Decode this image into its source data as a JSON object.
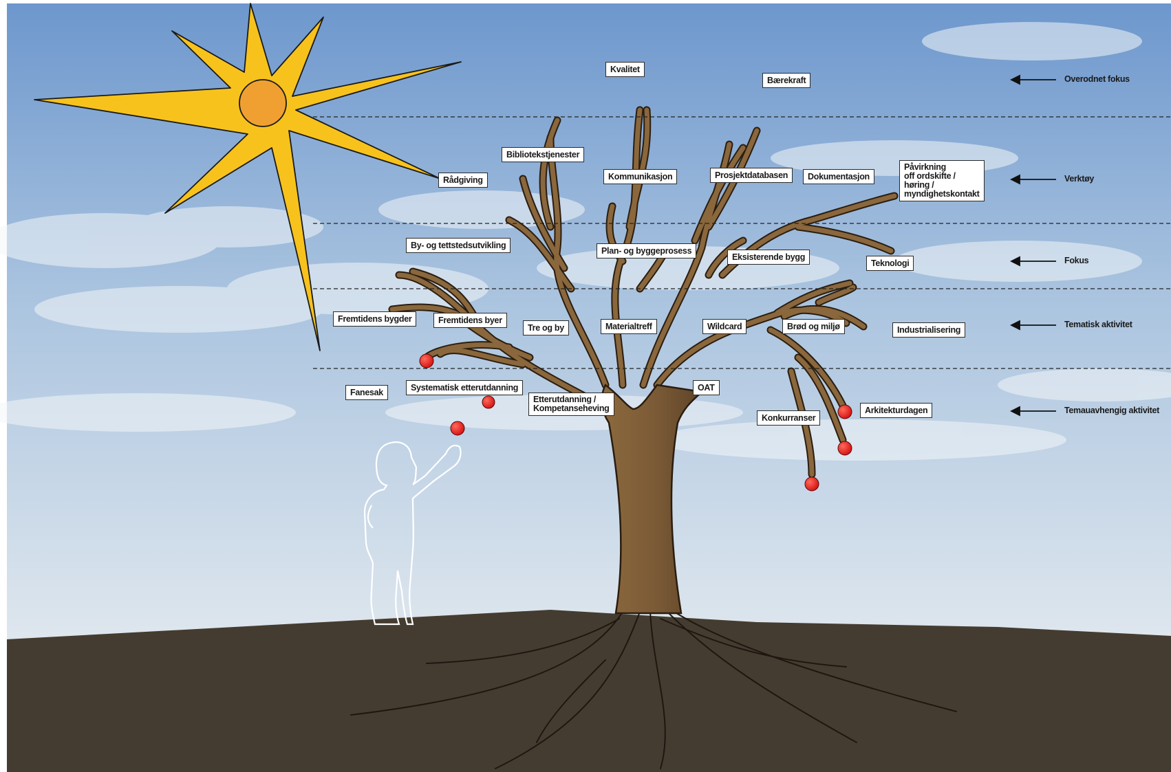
{
  "levels": [
    {
      "label": "Overodnet fokus"
    },
    {
      "label": "Verktøy"
    },
    {
      "label": "Fokus"
    },
    {
      "label": "Tematisk aktivitet"
    },
    {
      "label": "Temauavhengig aktivitet"
    }
  ],
  "nodes": {
    "kvalitet": "Kvalitet",
    "baerekraft": "Bærekraft",
    "bibliotekstjenester": "Bibliotekstjenester",
    "radgiving": "Rådgiving",
    "kommunikasjon": "Kommunikasjon",
    "prosjektdatabasen": "Prosjektdatabasen",
    "dokumentasjon": "Dokumentasjon",
    "pavirkning": "Påvirkning\noff ordskifte / høring /\nmyndighetskontakt",
    "by_tettsted": "By- og tettstedsutvikling",
    "plan_byggeprosess": "Plan- og byggeprosess",
    "eksisterende_bygg": "Eksisterende bygg",
    "teknologi": "Teknologi",
    "fremtidens_bygder": "Fremtidens bygder",
    "fremtidens_byer": "Fremtidens byer",
    "tre_og_by": "Tre og by",
    "materialtreff": "Materialtreff",
    "wildcard": "Wildcard",
    "brod_og_miljo": "Brød og miljø",
    "industrialisering": "Industrialisering",
    "fanesak": "Fanesak",
    "systematisk_etterutdanning": "Systematisk etterutdanning",
    "etterutdanning": "Etterutdanning /\nKompetanseheving",
    "oat": "OAT",
    "konkurranser": "Konkurranser",
    "arkitekturdagen": "Arkitekturdagen"
  },
  "colors": {
    "sky_top": "#6d97cd",
    "sky_bottom": "#d8e4ee",
    "ground": "#453c31",
    "trunk": "#7a5a36",
    "branch_outline": "#2a1d10",
    "sun_rays": "#f7c21c",
    "sun_core": "#f0a030",
    "apple": "#e21c1c"
  }
}
